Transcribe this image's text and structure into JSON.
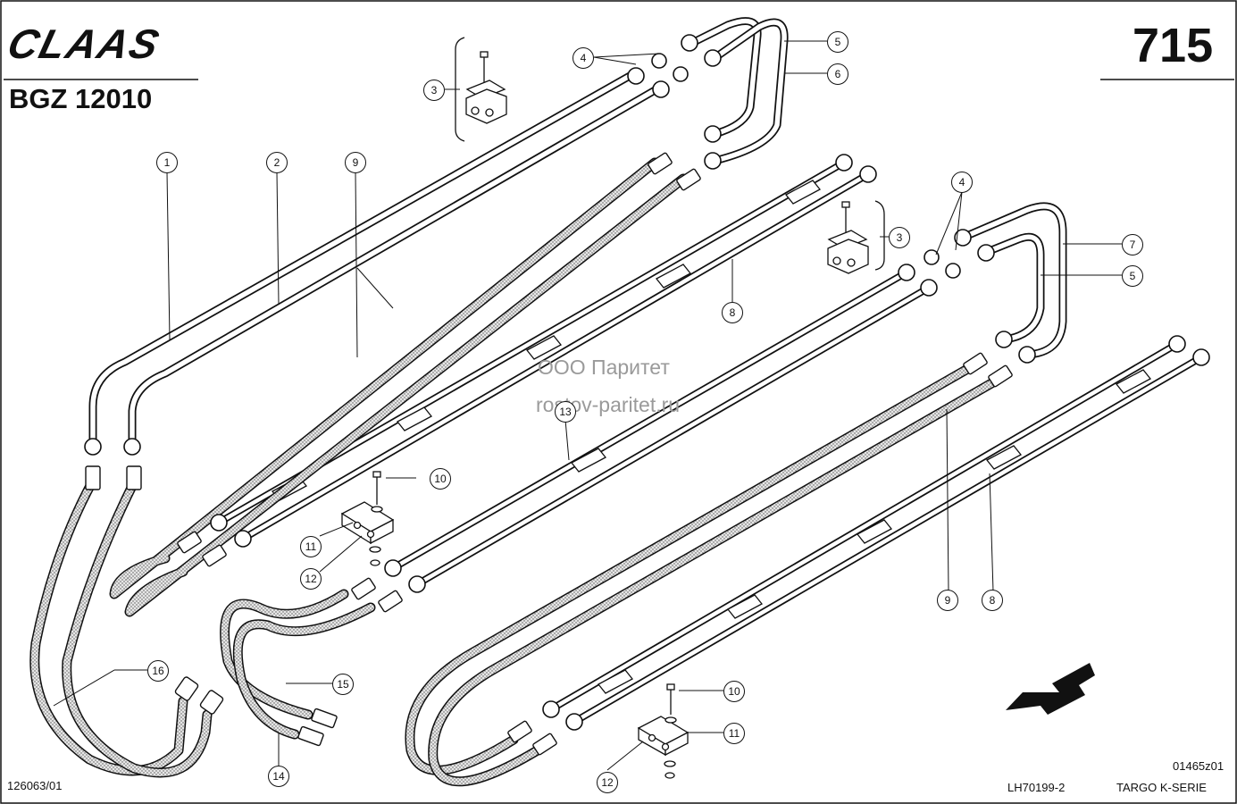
{
  "header": {
    "brand": "CLAAS",
    "model": "BGZ 12010",
    "page_number": "715"
  },
  "footer": {
    "left_ref": "126063/01",
    "drawing_code": "LH70199-2",
    "series": "TARGO K-SERIE",
    "figure_id": "01465z01"
  },
  "watermark": {
    "line1": "ООО Паритет",
    "line2": "rostov-paritet.ru"
  },
  "callouts": [
    "1",
    "2",
    "9",
    "4",
    "3",
    "5",
    "6",
    "8",
    "4",
    "3",
    "7",
    "5",
    "10",
    "11",
    "12",
    "9",
    "8",
    "16",
    "15",
    "14",
    "10",
    "11",
    "12",
    "13"
  ],
  "colors": {
    "ink": "#111111",
    "watermark": "#9a9a9a",
    "hose_fill": "#d9d9d9"
  },
  "icons": {
    "direction_arrow": "arrow-down-left-icon"
  }
}
